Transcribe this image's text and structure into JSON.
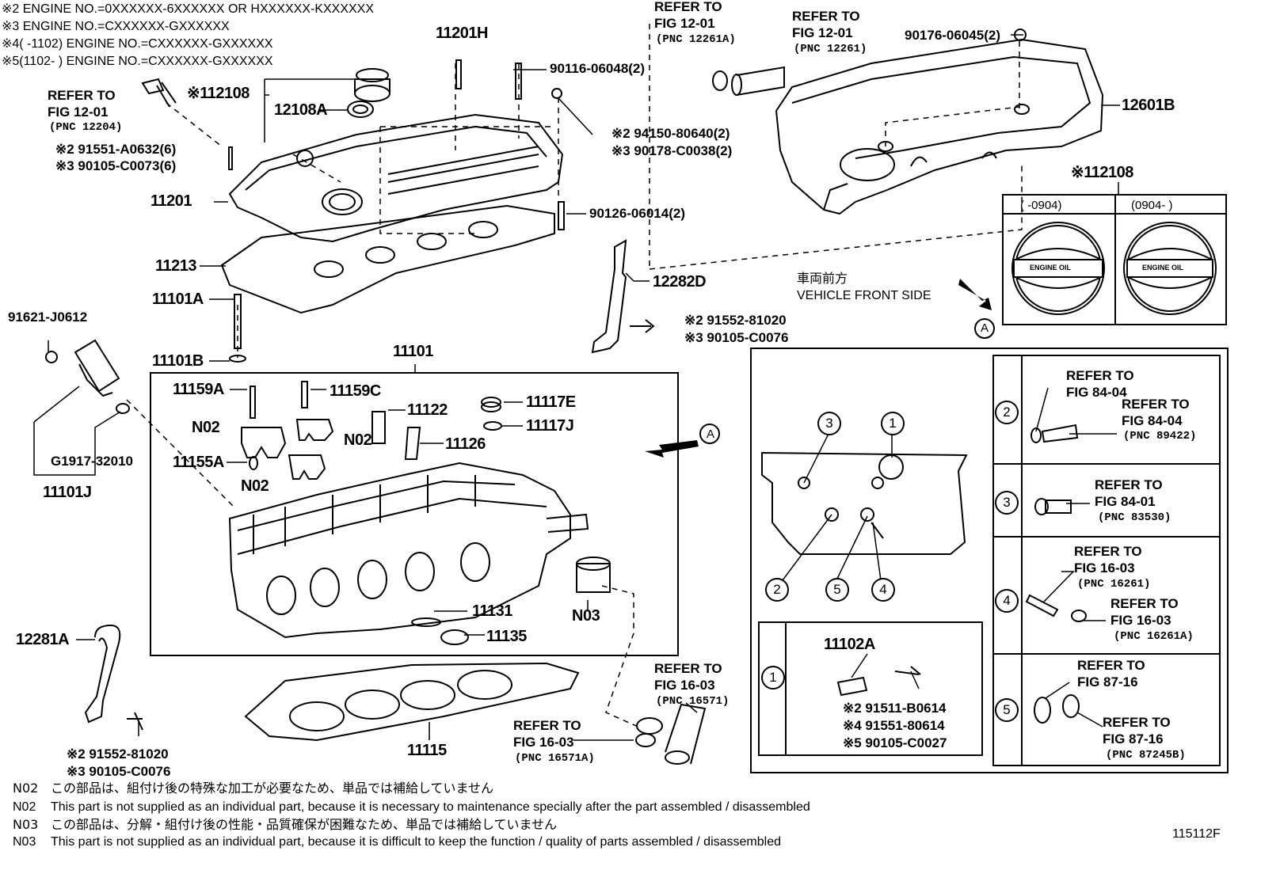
{
  "header_notes": [
    "※2 ENGINE NO.=0XXXXXX-6XXXXXX OR HXXXXXX-KXXXXXX",
    "※3 ENGINE NO.=CXXXXXX-GXXXXXX",
    "※4(      -1102) ENGINE NO.=CXXXXXX-GXXXXXX",
    "※5(1102-      ) ENGINE NO.=CXXXXXX-GXXXXXX"
  ],
  "parts": {
    "p11201H": "11201H",
    "p90116": "90116-06048(2)",
    "p12108": "※112108",
    "p12108A": "12108A",
    "p91551_a0632": "※2 91551-A0632(6)",
    "p90105_c0073": "※3 90105-C0073(6)",
    "p11201": "11201",
    "p94150": "※2 94150-80640(2)",
    "p90178": "※3 90178-C0038(2)",
    "p90126": "90126-06014(2)",
    "p11213": "11213",
    "p12282D": "12282D",
    "p91552_81020_a": "※2 91552-81020",
    "p90105_c0076_a": "※3 90105-C0076",
    "p11101A": "11101A",
    "p11101B": "11101B",
    "p11101": "11101",
    "p91621": "91621-J0612",
    "p11159A": "11159A",
    "p11159C": "11159C",
    "p11122": "11122",
    "p11117E": "11117E",
    "p11117J": "11117J",
    "pN02a": "N02",
    "pN02b": "N02",
    "pN02c": "N02",
    "p11126": "11126",
    "p11155A": "11155A",
    "pG1917": "G1917-32010",
    "p11101J": "11101J",
    "p11131": "11131",
    "p11135": "11135",
    "pN03": "N03",
    "p12281A": "12281A",
    "p91552_81020_b": "※2 91552-81020",
    "p90105_c0076_b": "※3 90105-C0076",
    "p11115": "11115",
    "p90176": "90176-06045(2)",
    "p12601B": "12601B",
    "p12108_detail": "※112108",
    "p11102A": "11102A",
    "p91511": "※2 91511-B0614",
    "p91551_80614": "※4 91551-80614",
    "p90105_c0027": "※5 90105-C0027"
  },
  "refs": {
    "r1": {
      "a": "REFER TO",
      "b": "FIG 12-01",
      "c": "(PNC 12204)"
    },
    "r2": {
      "a": "REFER TO",
      "b": "FIG 12-01",
      "c": "(PNC 12261A)"
    },
    "r3": {
      "a": "REFER TO",
      "b": "FIG 12-01",
      "c": "(PNC 12261)"
    },
    "r4": {
      "a": "REFER TO",
      "b": "FIG 16-03",
      "c": "(PNC 16571)"
    },
    "r5": {
      "a": "REFER TO",
      "b": "FIG 16-03",
      "c": "(PNC 16571A)"
    },
    "d2a": {
      "a": "REFER TO",
      "b": "FIG 84-04"
    },
    "d2b": {
      "a": "REFER TO",
      "b": "FIG 84-04",
      "c": "(PNC 89422)"
    },
    "d3": {
      "a": "REFER TO",
      "b": "FIG 84-01",
      "c": "(PNC 83530)"
    },
    "d4a": {
      "a": "REFER TO",
      "b": "FIG 16-03",
      "c": "(PNC 16261)"
    },
    "d4b": {
      "a": "REFER TO",
      "b": "FIG 16-03",
      "c": "(PNC 16261A)"
    },
    "d5a": {
      "a": "REFER TO",
      "b": "FIG 87-16"
    },
    "d5b": {
      "a": "REFER TO",
      "b": "FIG 87-16",
      "c": "(PNC 87245B)"
    }
  },
  "cap_detail": {
    "left_range": "(      -0904)",
    "right_range": "(0904-      )",
    "cap_text": "ENGINE OIL"
  },
  "vehicle_front": {
    "jp": "車両前方",
    "en": "VEHICLE FRONT SIDE"
  },
  "callouts": {
    "A": "A",
    "c1": "1",
    "c2": "2",
    "c3": "3",
    "c4": "4",
    "c5": "5"
  },
  "footnotes": [
    {
      "code": "N02",
      "text": "この部品は、組付け後の特殊な加工が必要なため、単品では補給していません"
    },
    {
      "code": "N02",
      "text": "This part is not supplied as an individual part, because it is necessary to maintenance specially after the part assembled / disassembled"
    },
    {
      "code": "N03",
      "text": "この部品は、分解・組付け後の性能・品質確保が困難なため、単品では補給していません"
    },
    {
      "code": "N03",
      "text": "This part is not supplied as an individual part, because it is difficult to keep the function / quality of parts  assembled / disassembled"
    }
  ],
  "figure_id": "115112F"
}
